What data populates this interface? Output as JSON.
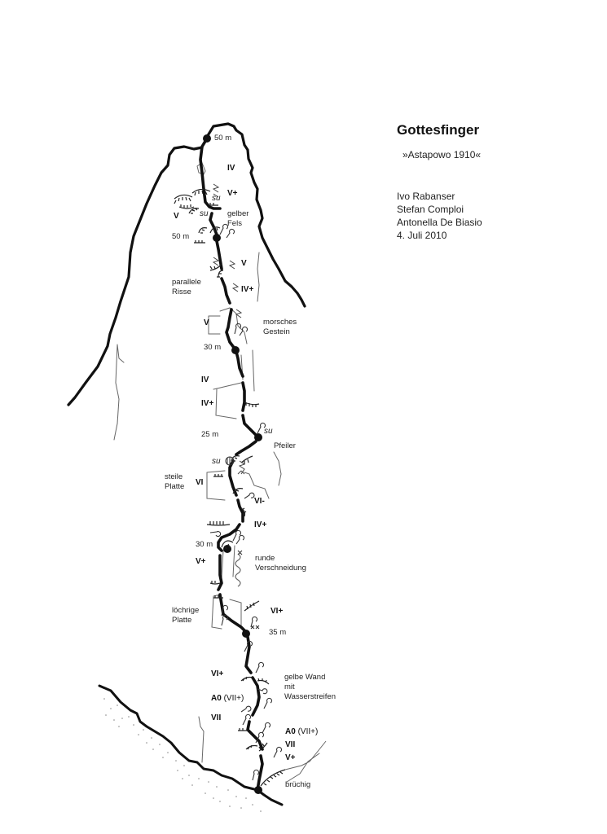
{
  "header": {
    "title": "Gottesfinger",
    "route_name": "»Astapowo 1910«",
    "authors": [
      "Ivo Rabanser",
      "Stefan Comploi",
      "Antonella De Biasio"
    ],
    "date": "4. Juli 2010"
  },
  "pitch_lengths": {
    "p1": "50 m",
    "p2": "50 m",
    "p3": "30 m",
    "p4": "25 m",
    "p5": "30 m",
    "p6": "35 m"
  },
  "grades": {
    "g_iv_top": "IV",
    "g_vplus_top": "V+",
    "g_v_left": "V",
    "g_v_parallel": "V",
    "g_ivplus_parallel": "IV+",
    "g_v_morsch": "V",
    "g_iv_mid": "IV",
    "g_ivplus_mid": "IV+",
    "g_vi": "VI",
    "g_vi_minus": "VI-",
    "g_ivplus_low": "IV+",
    "g_vplus_runde": "V+",
    "g_viplus_loch": "VI+",
    "g_viplus_gelb": "VI+",
    "g_a0_left": "A0",
    "g_a0_left_paren": "(VII+)",
    "g_vii_left": "VII",
    "g_a0_right": "A0",
    "g_a0_right_paren": "(VII+)",
    "g_vii_right": "VII",
    "g_vplus_bottom": "V+"
  },
  "annotations": {
    "gelber_fels": [
      "gelber",
      "Fels"
    ],
    "parallele_risse": [
      "parallele",
      "Risse"
    ],
    "morsches_gestein": [
      "morsches",
      "Gestein"
    ],
    "pfeiler": "Pfeiler",
    "steile_platte": [
      "steile",
      "Platte"
    ],
    "runde_verschneidung": [
      "runde",
      "Verschneidung"
    ],
    "loechrige_platte": [
      "löchrige",
      "Platte"
    ],
    "gelbe_wand": [
      "gelbe Wand",
      "mit",
      "Wasserstreifen"
    ],
    "bruechig": "brüchig"
  },
  "symbols": {
    "sling": "su"
  },
  "colors": {
    "line": "#111111",
    "thin_line": "#555555",
    "background": "#ffffff"
  }
}
